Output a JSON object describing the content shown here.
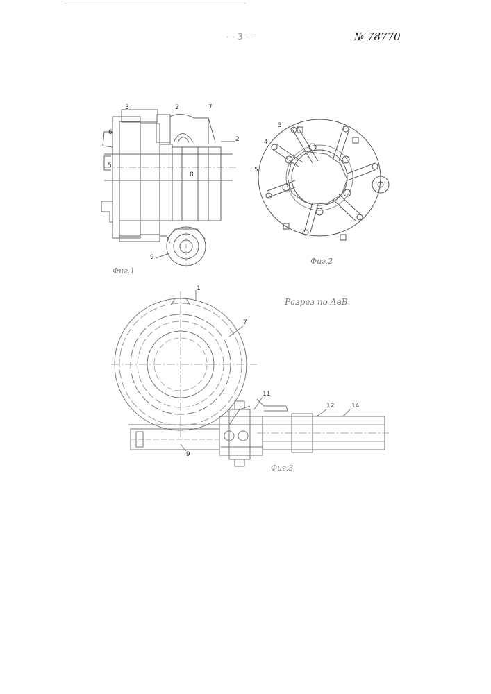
{
  "header": {
    "page_number": "— 3 —",
    "patent_number": "№ 78770"
  },
  "figures": {
    "fig1": {
      "caption": "Фиг.1",
      "labels": [
        "3",
        "2",
        "5",
        "8",
        "7",
        "2",
        "9",
        "6"
      ]
    },
    "fig2": {
      "caption": "Фиг.2",
      "labels": [
        "3",
        "4",
        "5"
      ]
    },
    "fig3": {
      "caption": "Фиг.3",
      "section_title": "Разрез по АвВ",
      "labels": [
        "1",
        "7",
        "11",
        "12",
        "14",
        "9"
      ]
    }
  }
}
